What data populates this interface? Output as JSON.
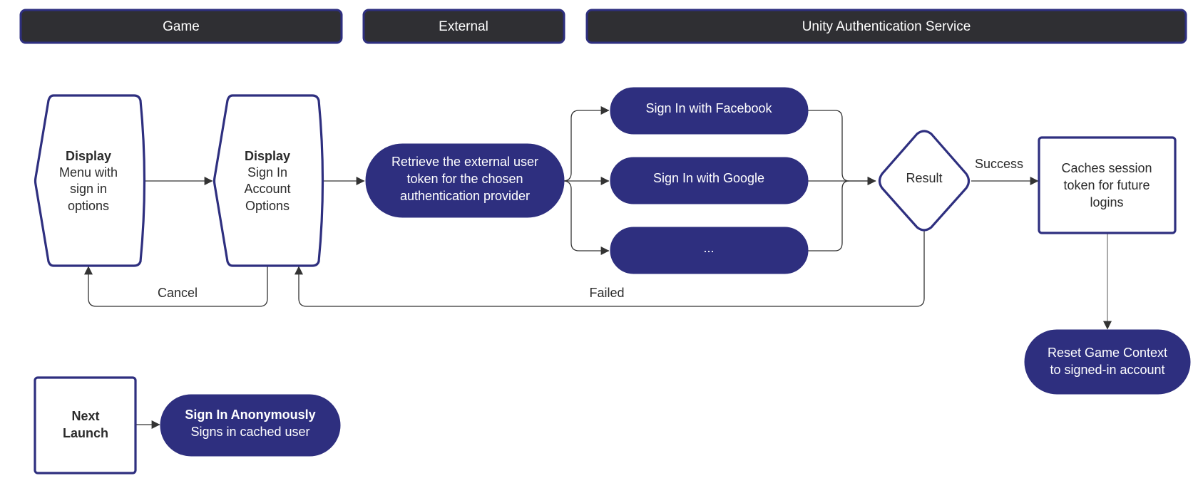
{
  "lanes": {
    "game": "Game",
    "external": "External",
    "unity": "Unity Authentication Service"
  },
  "nodes": {
    "display_menu": {
      "line1": "Display",
      "line2": "Menu with",
      "line3": "sign in",
      "line4": "options"
    },
    "display_signin": {
      "line1": "Display",
      "line2": "Sign In",
      "line3": "Account",
      "line4": "Options"
    },
    "retrieve_token": {
      "line1": "Retrieve the external user",
      "line2": "token for the chosen",
      "line3": "authentication provider"
    },
    "signin_facebook": "Sign In with Facebook",
    "signin_google": "Sign In with Google",
    "signin_other": "...",
    "result": "Result",
    "caches_session": {
      "line1": "Caches session",
      "line2": "token for future",
      "line3": "logins"
    },
    "reset_context": {
      "line1": "Reset Game Context",
      "line2": "to signed-in account"
    },
    "next_launch": {
      "line1": "Next",
      "line2": "Launch"
    },
    "signin_anonymous": {
      "line1": "Sign In Anonymously",
      "line2": "Signs in cached user"
    }
  },
  "edge_labels": {
    "cancel": "Cancel",
    "failed": "Failed",
    "success": "Success"
  },
  "colors": {
    "header_fill": "#2f2f33",
    "accent": "#2e2f7f",
    "text_dark": "#2b2b2b",
    "text_light": "#ffffff"
  }
}
